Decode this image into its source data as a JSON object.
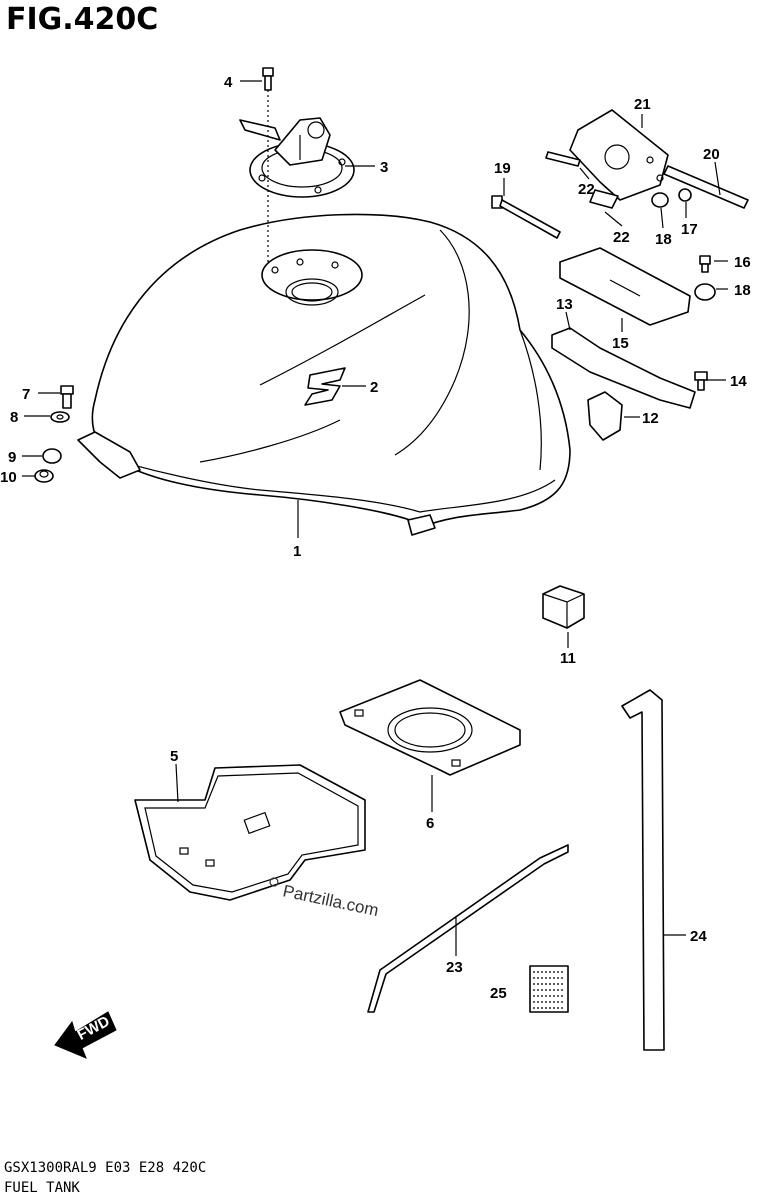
{
  "figure": {
    "title": "FIG.420C"
  },
  "footer": {
    "model_code": "GSX1300RAL9  E03  E28  420C",
    "section_name": "FUEL TANK"
  },
  "watermark": "Partzilla.com",
  "direction_label": "FWD",
  "callouts": {
    "c1": "1",
    "c2": "2",
    "c3": "3",
    "c4": "4",
    "c5": "5",
    "c6": "6",
    "c7": "7",
    "c8": "8",
    "c9": "9",
    "c10": "10",
    "c11": "11",
    "c12": "12",
    "c13": "13",
    "c14": "14",
    "c15": "15",
    "c16": "16",
    "c17": "17",
    "c18a": "18",
    "c18b": "18",
    "c19": "19",
    "c20": "20",
    "c21": "21",
    "c22a": "22",
    "c22b": "22",
    "c23": "23",
    "c24": "24",
    "c25": "25"
  }
}
